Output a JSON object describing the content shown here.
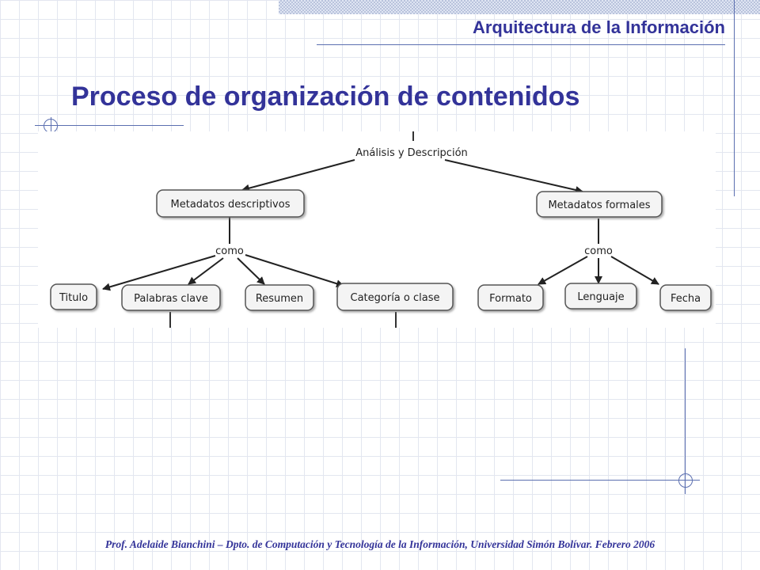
{
  "header": {
    "title": "Arquitectura de la Información"
  },
  "slide": {
    "title": "Proceso de organización de contenidos"
  },
  "diagram": {
    "root": "Análisis y Descripción",
    "left_branch": {
      "label": "Metadatos descriptivos",
      "connector": "como",
      "children": [
        "Titulo",
        "Palabras clave",
        "Resumen",
        "Categoría o clase"
      ]
    },
    "right_branch": {
      "label": "Metadatos formales",
      "connector": "como",
      "children": [
        "Formato",
        "Lenguaje",
        "Fecha"
      ]
    }
  },
  "footer": {
    "text": "Prof. Adelaide Bianchini – Dpto. de Computación y Tecnología de la Información, Universidad Simón Bolívar. Febrero 2006"
  },
  "colors": {
    "title": "#333399",
    "accent_line": "#5b6fb0",
    "node_border": "#555555",
    "node_fill": "#f4f4f4"
  }
}
